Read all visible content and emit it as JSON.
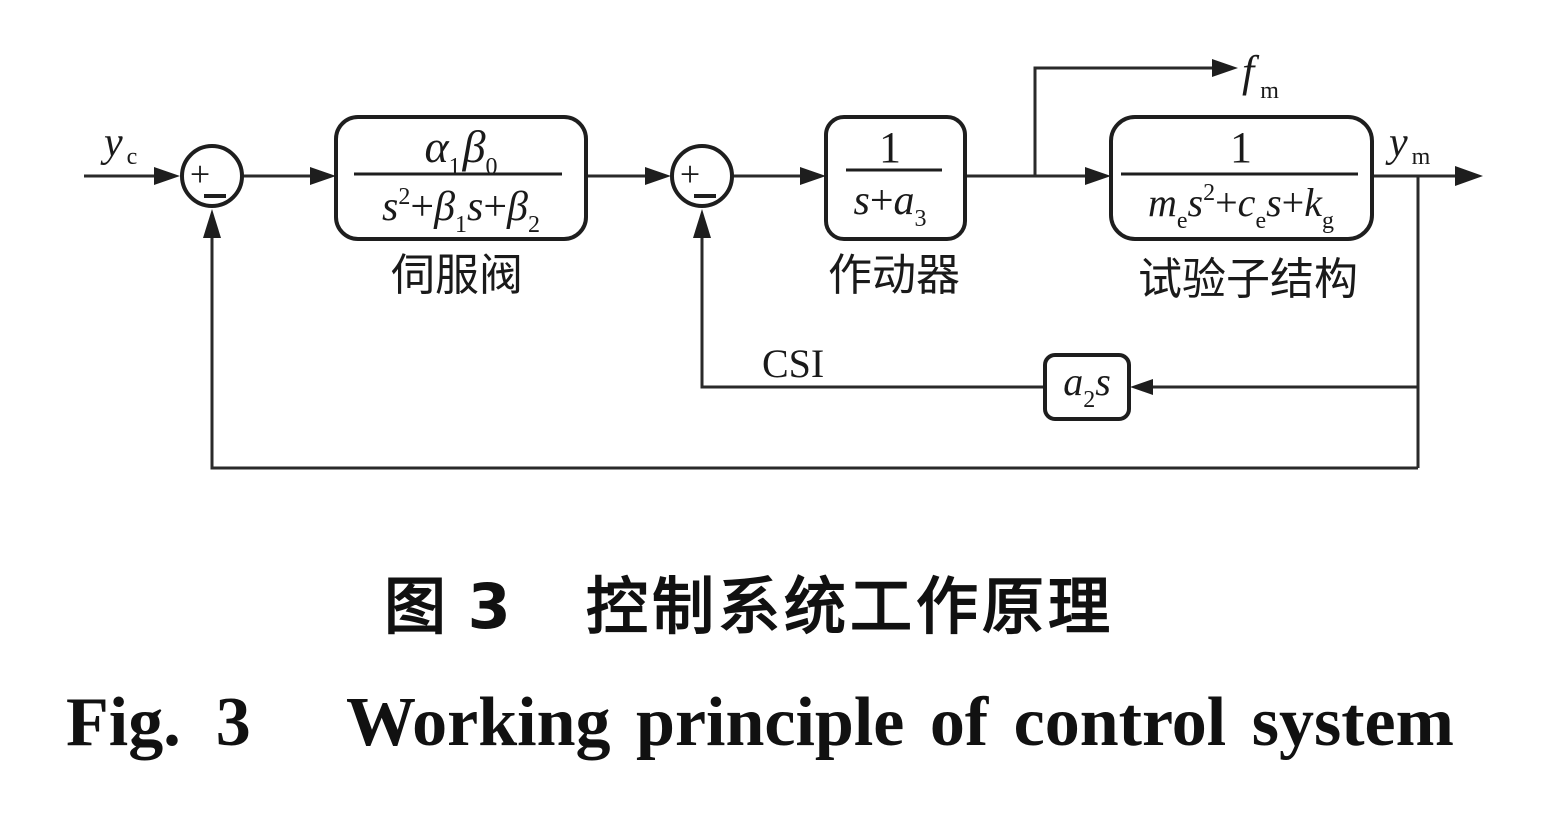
{
  "diagram": {
    "type": "control-block-diagram",
    "signals": {
      "input": {
        "main": "y",
        "sub": "c"
      },
      "force_output": {
        "main": "f",
        "sub": "m"
      },
      "output": {
        "main": "y",
        "sub": "m"
      },
      "inner_feedback_label": "CSI"
    },
    "summing_junctions": [
      {
        "id": "sum1",
        "signs": {
          "plus": "+",
          "minus": "–"
        }
      },
      {
        "id": "sum2",
        "signs": {
          "plus": "+",
          "minus": "–"
        }
      }
    ],
    "blocks": [
      {
        "id": "servo-valve",
        "label": "伺服阀",
        "numerator": [
          {
            "t": "α",
            "sub": "1"
          },
          {
            "t": "β",
            "sub": "0"
          }
        ],
        "denominator": [
          {
            "t": "s",
            "sup": "2"
          },
          {
            "t": "+β",
            "sub": "1"
          },
          {
            "t": "s+β",
            "sub": "2"
          }
        ]
      },
      {
        "id": "actuator",
        "label": "作动器",
        "numerator": "1",
        "denominator": [
          {
            "t": "s+a",
            "sub": "3"
          }
        ]
      },
      {
        "id": "test-substructure",
        "label": "试验子结构",
        "numerator": "1",
        "denominator": [
          {
            "t": "m",
            "sub": "e"
          },
          {
            "t": "s",
            "sup": "2"
          },
          {
            "t": "+c",
            "sub": "e"
          },
          {
            "t": "s+k",
            "sub": "g"
          }
        ]
      },
      {
        "id": "csi-feedback",
        "label": "",
        "expr": [
          {
            "t": "a",
            "sub": "2"
          },
          {
            "t": "s"
          }
        ]
      }
    ],
    "text": {
      "servo_num_a": "α",
      "servo_num_a_sub": "1",
      "servo_num_b": "β",
      "servo_num_b_sub": "0",
      "servo_den_s": "s",
      "servo_den_s_sup": "2",
      "servo_den_plus1": "+",
      "servo_den_b1": "β",
      "servo_den_b1_sub": "1",
      "servo_den_s2": "s",
      "servo_den_plus2": "+",
      "servo_den_b2": "β",
      "servo_den_b2_sub": "2",
      "act_num": "1",
      "act_den_s": "s",
      "act_den_plus": "+",
      "act_den_a": "a",
      "act_den_a_sub": "3",
      "sub_num": "1",
      "sub_den_m": "m",
      "sub_den_m_sub": "e",
      "sub_den_s": "s",
      "sub_den_s_sup": "2",
      "sub_den_plus1": "+",
      "sub_den_c": "c",
      "sub_den_c_sub": "e",
      "sub_den_s2": "s",
      "sub_den_plus2": "+",
      "sub_den_k": "k",
      "sub_den_k_sub": "g",
      "csi_a": "a",
      "csi_a_sub": "2",
      "csi_s": "s"
    }
  },
  "caption": {
    "chinese": {
      "figure_no": "图 3",
      "title": "控制系统工作原理"
    },
    "english": {
      "figure_no": "Fig.  3",
      "title": "Working principle of control system"
    }
  }
}
